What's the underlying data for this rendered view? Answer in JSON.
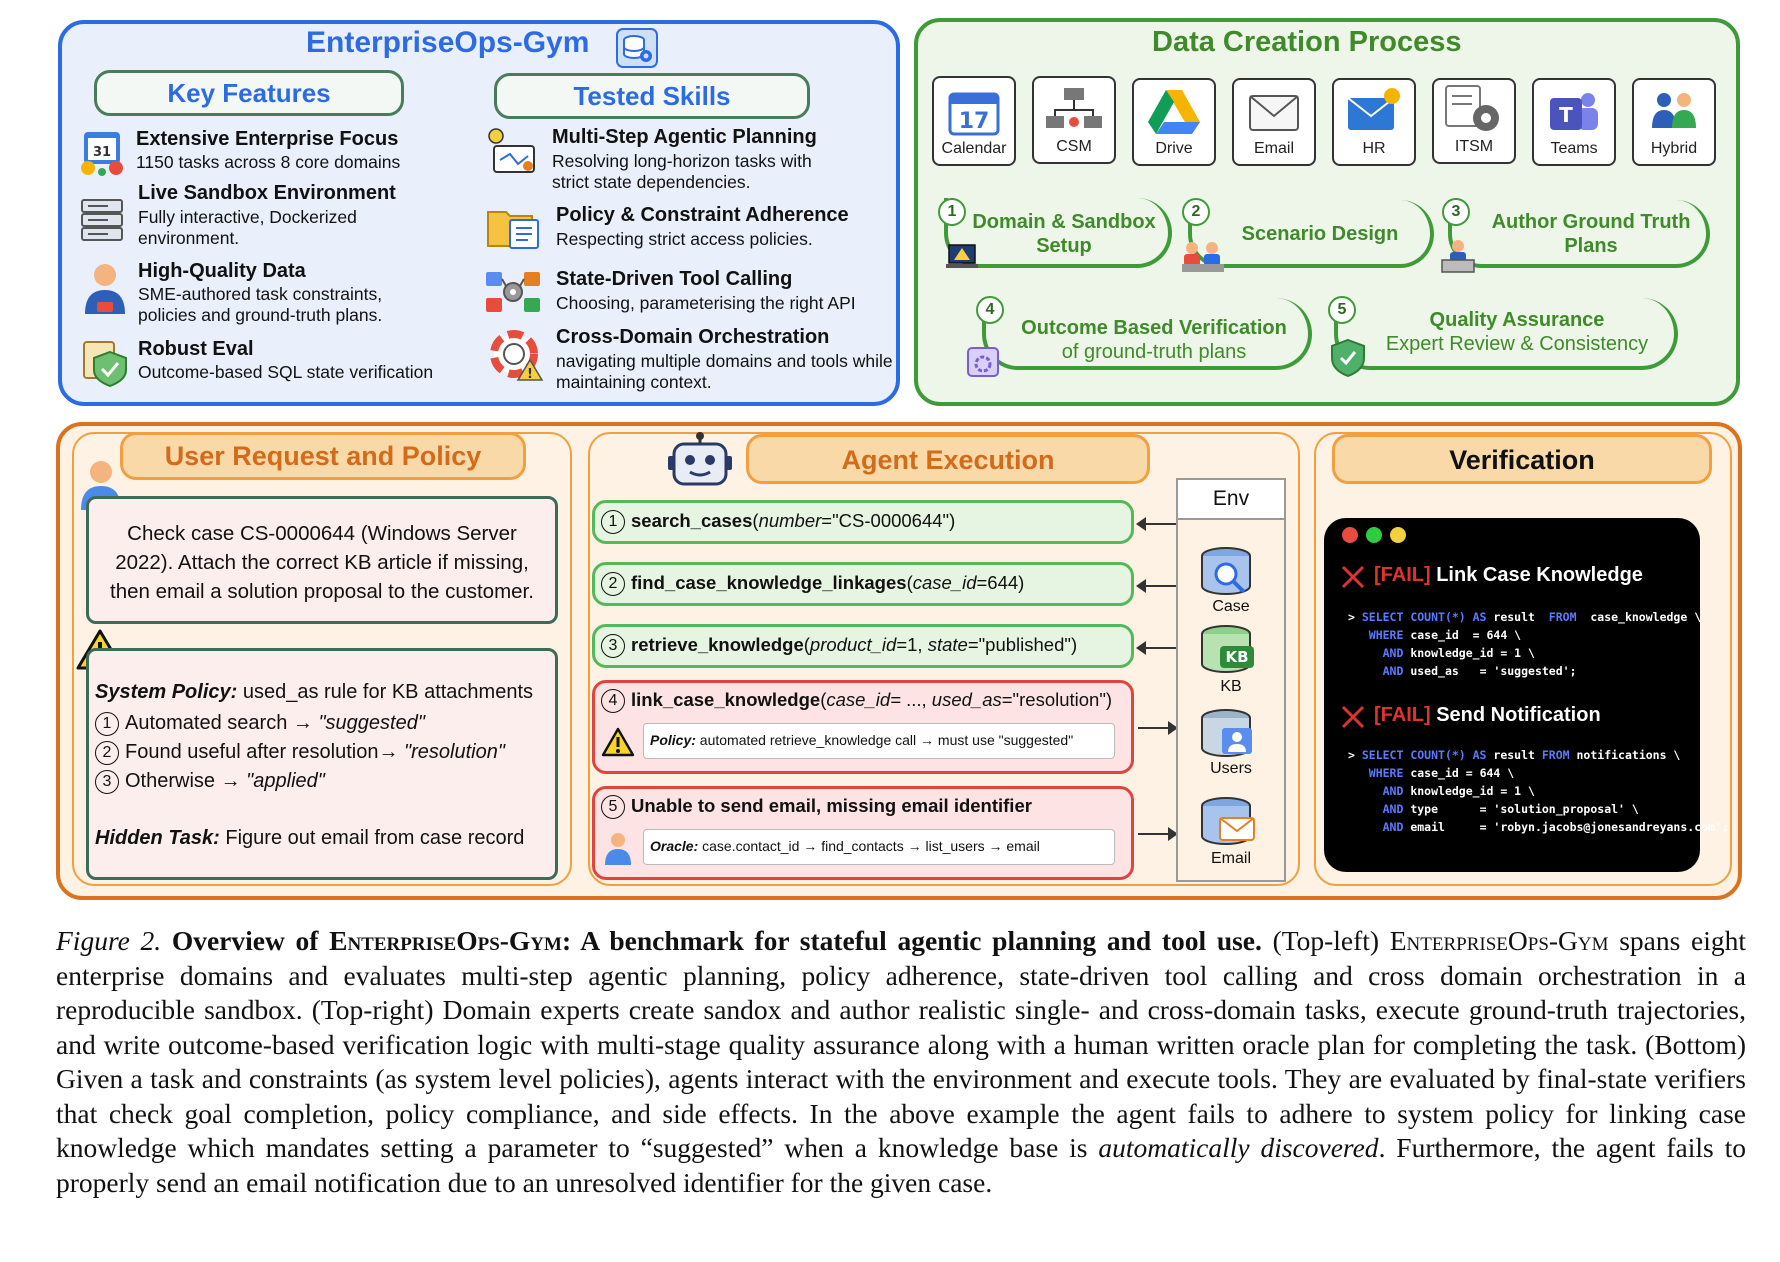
{
  "gym": {
    "title": "EnterpriseOps-Gym",
    "key_features_label": "Key Features",
    "tested_skills_label": "Tested Skills",
    "features": [
      {
        "title": "Extensive Enterprise Focus",
        "desc": "1150 tasks across 8 core domains"
      },
      {
        "title": "Live Sandbox Environment",
        "desc": "Fully interactive, Dockerized environment."
      },
      {
        "title": "High-Quality Data",
        "desc": "SME-authored  task constraints, policies and ground-truth plans."
      },
      {
        "title": "Robust Eval",
        "desc": "Outcome-based SQL state verification"
      }
    ],
    "skills": [
      {
        "title": "Multi-Step Agentic Planning",
        "desc": "Resolving long-horizon tasks with strict state dependencies."
      },
      {
        "title": "Policy & Constraint Adherence",
        "desc": "Respecting strict access policies."
      },
      {
        "title": "State-Driven Tool Calling",
        "desc": "Choosing, parameterising the right API"
      },
      {
        "title": "Cross-Domain Orchestration",
        "desc": "navigating multiple domains and tools while maintaining context."
      }
    ]
  },
  "data_creation": {
    "title": "Data Creation Process",
    "calendar_day": "17",
    "domains": [
      "Calendar",
      "CSM",
      "Drive",
      "Email",
      "HR",
      "ITSM",
      "Teams",
      "Hybrid"
    ],
    "steps": [
      {
        "num": "1",
        "line1": "Domain & Sandbox",
        "line2": "Setup"
      },
      {
        "num": "2",
        "line1": "Scenario Design",
        "line2": ""
      },
      {
        "num": "3",
        "line1": "Author Ground Truth",
        "line2": "Plans"
      },
      {
        "num": "4",
        "line1": "Outcome Based Verification",
        "line2": "of ground-truth plans"
      },
      {
        "num": "5",
        "line1": "Quality Assurance",
        "line2": "Expert Review & Consistency"
      }
    ]
  },
  "user_request": {
    "title": "User Request and Policy",
    "request": "Check case CS-0000644 (Windows Server 2022). Attach the correct KB article if missing, then email a solution proposal to the customer.",
    "policy_label": "System Policy:",
    "policy_text": " used_as rule for KB attachments",
    "rules": [
      {
        "num": "1",
        "text": "Automated search  →  ",
        "value": "\"suggested\""
      },
      {
        "num": "2",
        "text": "Found useful after resolution→ ",
        "value": "\"resolution\""
      },
      {
        "num": "3",
        "text": "Otherwise  →  ",
        "value": "\"applied\""
      }
    ],
    "hidden_label": "Hidden Task:",
    "hidden_text": " Figure out email from case record"
  },
  "agent": {
    "title": "Agent Execution",
    "env_label": "Env",
    "env_items": [
      "Case",
      "KB",
      "Users",
      "Email"
    ],
    "kb_badge": "KB",
    "calls": [
      {
        "num": "1",
        "fn": "search_cases",
        "open": "(",
        "p1": "number",
        "v1": "=\"CS-0000644\")",
        "p2": "",
        "v2": ""
      },
      {
        "num": "2",
        "fn": "find_case_knowledge_linkages",
        "open": "(",
        "p1": "case_id",
        "v1": "=644)",
        "p2": "",
        "v2": ""
      },
      {
        "num": "3",
        "fn": "retrieve_knowledge",
        "open": "(",
        "p1": "product_id",
        "v1": "=1, ",
        "p2": "state",
        "v2": "=\"published\")"
      },
      {
        "num": "4",
        "fn": "link_case_knowledge",
        "open": "(",
        "p1": "case_id=",
        "v1": " ..., ",
        "p2": "used_as",
        "v2": "=\"resolution\")"
      }
    ],
    "policy_note_label": "Policy:",
    "policy_note_text": " automated retrieve_knowledge call → must use \"suggested\"",
    "step5_num": "5",
    "step5_text": "Unable to send email, missing email identifier",
    "oracle_label": "Oracle:",
    "oracle_text": " case.contact_id → find_contacts → list_users  → email"
  },
  "verification": {
    "title": "Verification",
    "fail_tag": "[FAIL]",
    "checks": [
      {
        "name": " Link Case Knowledge",
        "lines": [
          [
            [
              "> ",
              ""
            ],
            [
              "SELECT COUNT(*) AS",
              "kw"
            ],
            [
              " result  ",
              ""
            ],
            [
              "FROM",
              "kw"
            ],
            [
              "  case_knowledge \\",
              ""
            ]
          ],
          [
            [
              "   ",
              ""
            ],
            [
              "WHERE",
              "kw"
            ],
            [
              " case_id  = 644 \\",
              ""
            ]
          ],
          [
            [
              "     ",
              ""
            ],
            [
              "AND",
              "kw"
            ],
            [
              " knowledge_id = 1 \\",
              ""
            ]
          ],
          [
            [
              "     ",
              ""
            ],
            [
              "AND",
              "kw"
            ],
            [
              " used_as   = 'suggested';",
              ""
            ]
          ]
        ]
      },
      {
        "name": " Send Notification",
        "lines": [
          [
            [
              "> ",
              ""
            ],
            [
              "SELECT COUNT(*) AS",
              "kw"
            ],
            [
              " result ",
              ""
            ],
            [
              "FROM",
              "kw"
            ],
            [
              " notifications \\",
              ""
            ]
          ],
          [
            [
              "   ",
              ""
            ],
            [
              "WHERE",
              "kw"
            ],
            [
              " case_id = 644 \\",
              ""
            ]
          ],
          [
            [
              "     ",
              ""
            ],
            [
              "AND",
              "kw"
            ],
            [
              " knowledge_id = 1 \\",
              ""
            ]
          ],
          [
            [
              "     ",
              ""
            ],
            [
              "AND",
              "kw"
            ],
            [
              " type      = 'solution_proposal' \\",
              ""
            ]
          ],
          [
            [
              "     ",
              ""
            ],
            [
              "AND",
              "kw"
            ],
            [
              " email     = 'robyn.jacobs@jonesandreyans.com';",
              ""
            ]
          ]
        ]
      }
    ]
  },
  "caption": {
    "fig": "Figure 2.",
    "bold1": " Overview of ",
    "sc1": "EnterpriseOps-Gym",
    "bold2": ": A benchmark for stateful agentic planning and tool use.",
    "t1": " (Top-left) ",
    "sc2": "EnterpriseOps-Gym",
    "t2": " spans eight enterprise domains and evaluates multi-step agentic planning, policy adherence, state-driven tool calling and cross domain orchestration in a reproducible sandbox. (Top-right) Domain experts create sandox and author realistic single- and cross-domain tasks, execute ground-truth trajectories, and write outcome-based verification logic with multi-stage quality assurance along with a human written oracle plan for completing the task. (Bottom) Given a task and constraints (as system level policies), agents interact with the environment and execute tools. They are evaluated by final-state verifiers that check goal completion, policy compliance, and side effects. In the above example the agent fails to adhere to system policy for linking case knowledge which mandates setting a parameter to “suggested” when a knowledge base is ",
    "it1": "automatically discovered",
    "t3": ". Furthermore, the agent fails to properly send an email notification due to an unresolved identifier for the given case."
  }
}
